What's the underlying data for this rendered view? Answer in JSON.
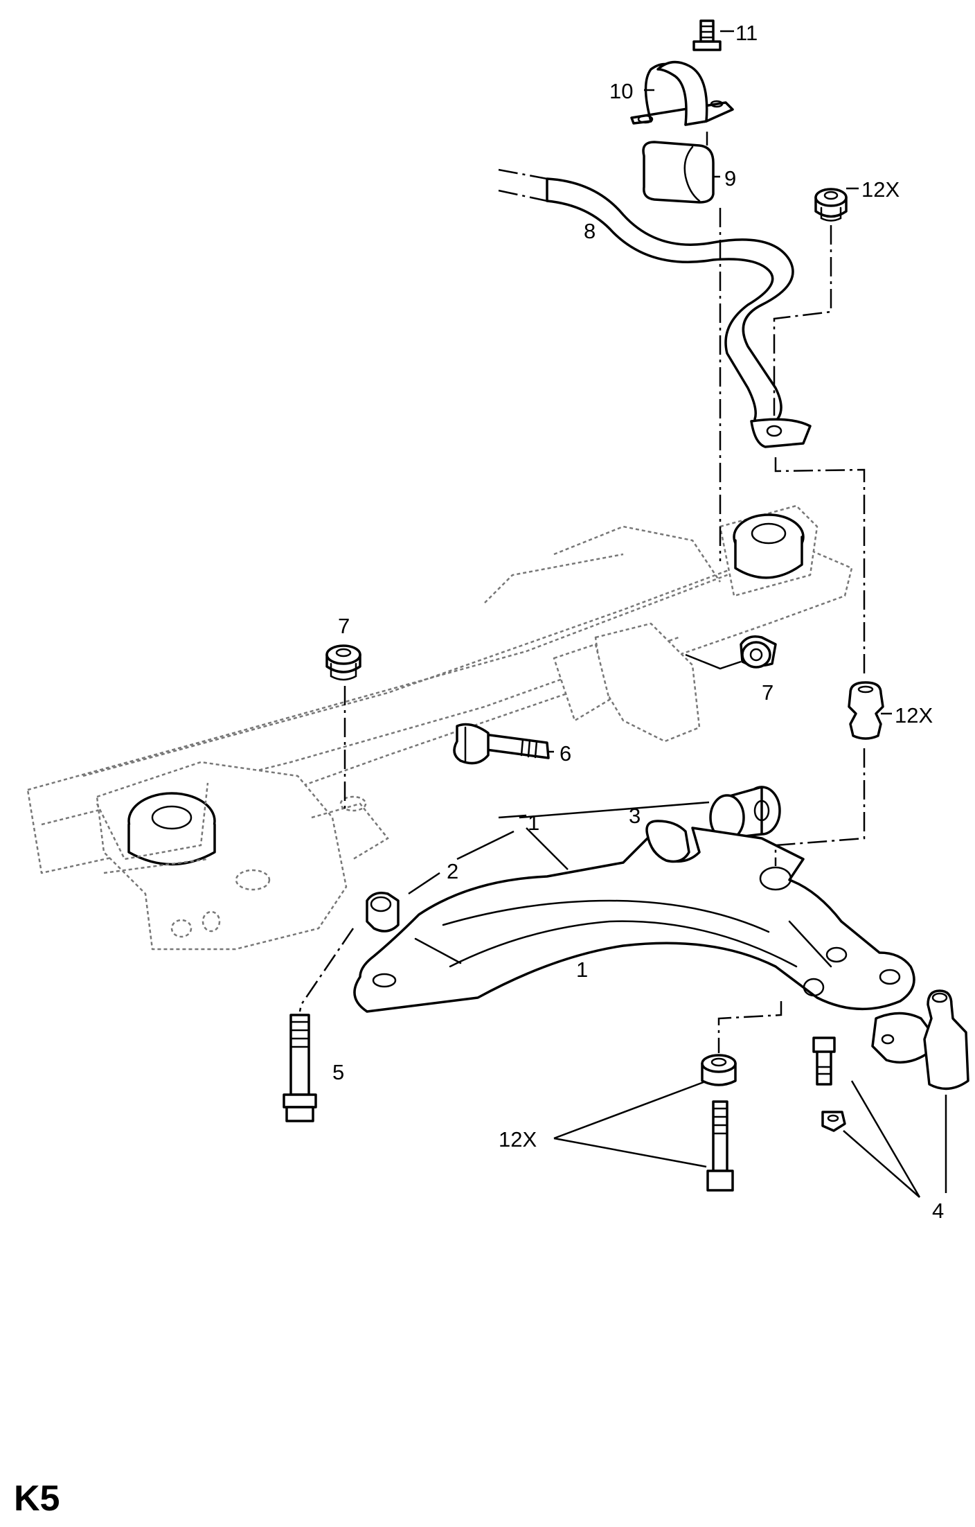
{
  "diagram": {
    "callouts": {
      "c1_upper": "1",
      "c1_lower": "1",
      "c2": "2",
      "c3": "3",
      "c4": "4",
      "c5": "5",
      "c6": "6",
      "c7_left": "7",
      "c7_right": "7",
      "c8": "8",
      "c9": "9",
      "c10": "10",
      "c11": "11",
      "c12_top": "12X",
      "c12_mid": "12X",
      "c12_bottom": "12X"
    },
    "page_code": "K5"
  }
}
